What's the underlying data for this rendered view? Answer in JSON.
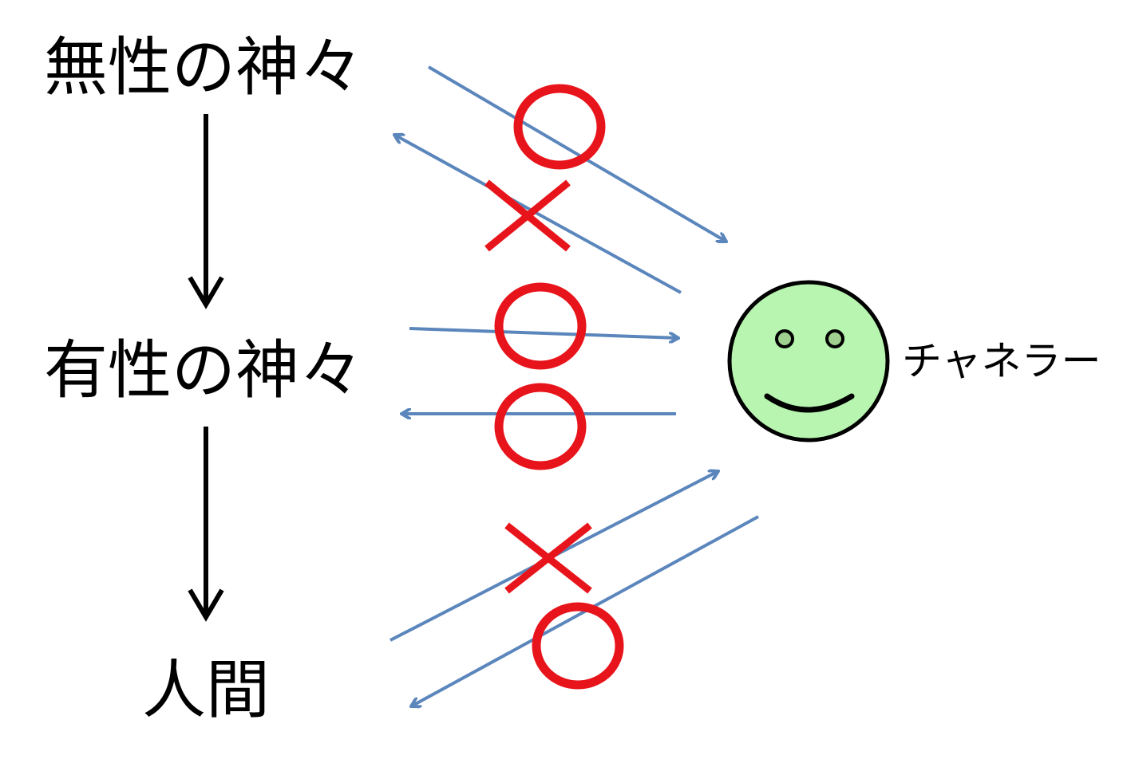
{
  "nodes": {
    "asexual_gods": "無性の神々",
    "sexual_gods": "有性の神々",
    "humans": "人間",
    "channeler": "チャネラー"
  },
  "colors": {
    "background": "#ffffff",
    "hierarchy_arrow": "#000000",
    "channel_arrow": "#5b86bc",
    "mark": "#e8141b",
    "face_fill": "#b8f5b0",
    "face_outline": "#000000",
    "eye_fill": "#a0d090"
  },
  "hierarchy": [
    {
      "from": "asexual_gods",
      "to": "sexual_gods"
    },
    {
      "from": "sexual_gods",
      "to": "humans"
    }
  ],
  "channels": [
    {
      "from": "asexual_gods",
      "to": "channeler",
      "mark": "○"
    },
    {
      "from": "channeler",
      "to": "asexual_gods",
      "mark": "×"
    },
    {
      "from": "sexual_gods",
      "to": "channeler",
      "mark": "○"
    },
    {
      "from": "channeler",
      "to": "sexual_gods",
      "mark": "○"
    },
    {
      "from": "humans",
      "to": "channeler",
      "mark": "×"
    },
    {
      "from": "channeler",
      "to": "humans",
      "mark": "○"
    }
  ],
  "icons": {
    "channeler": "smiley-face-icon",
    "circle_mark": "circle-mark-icon",
    "cross_mark": "cross-mark-icon"
  }
}
